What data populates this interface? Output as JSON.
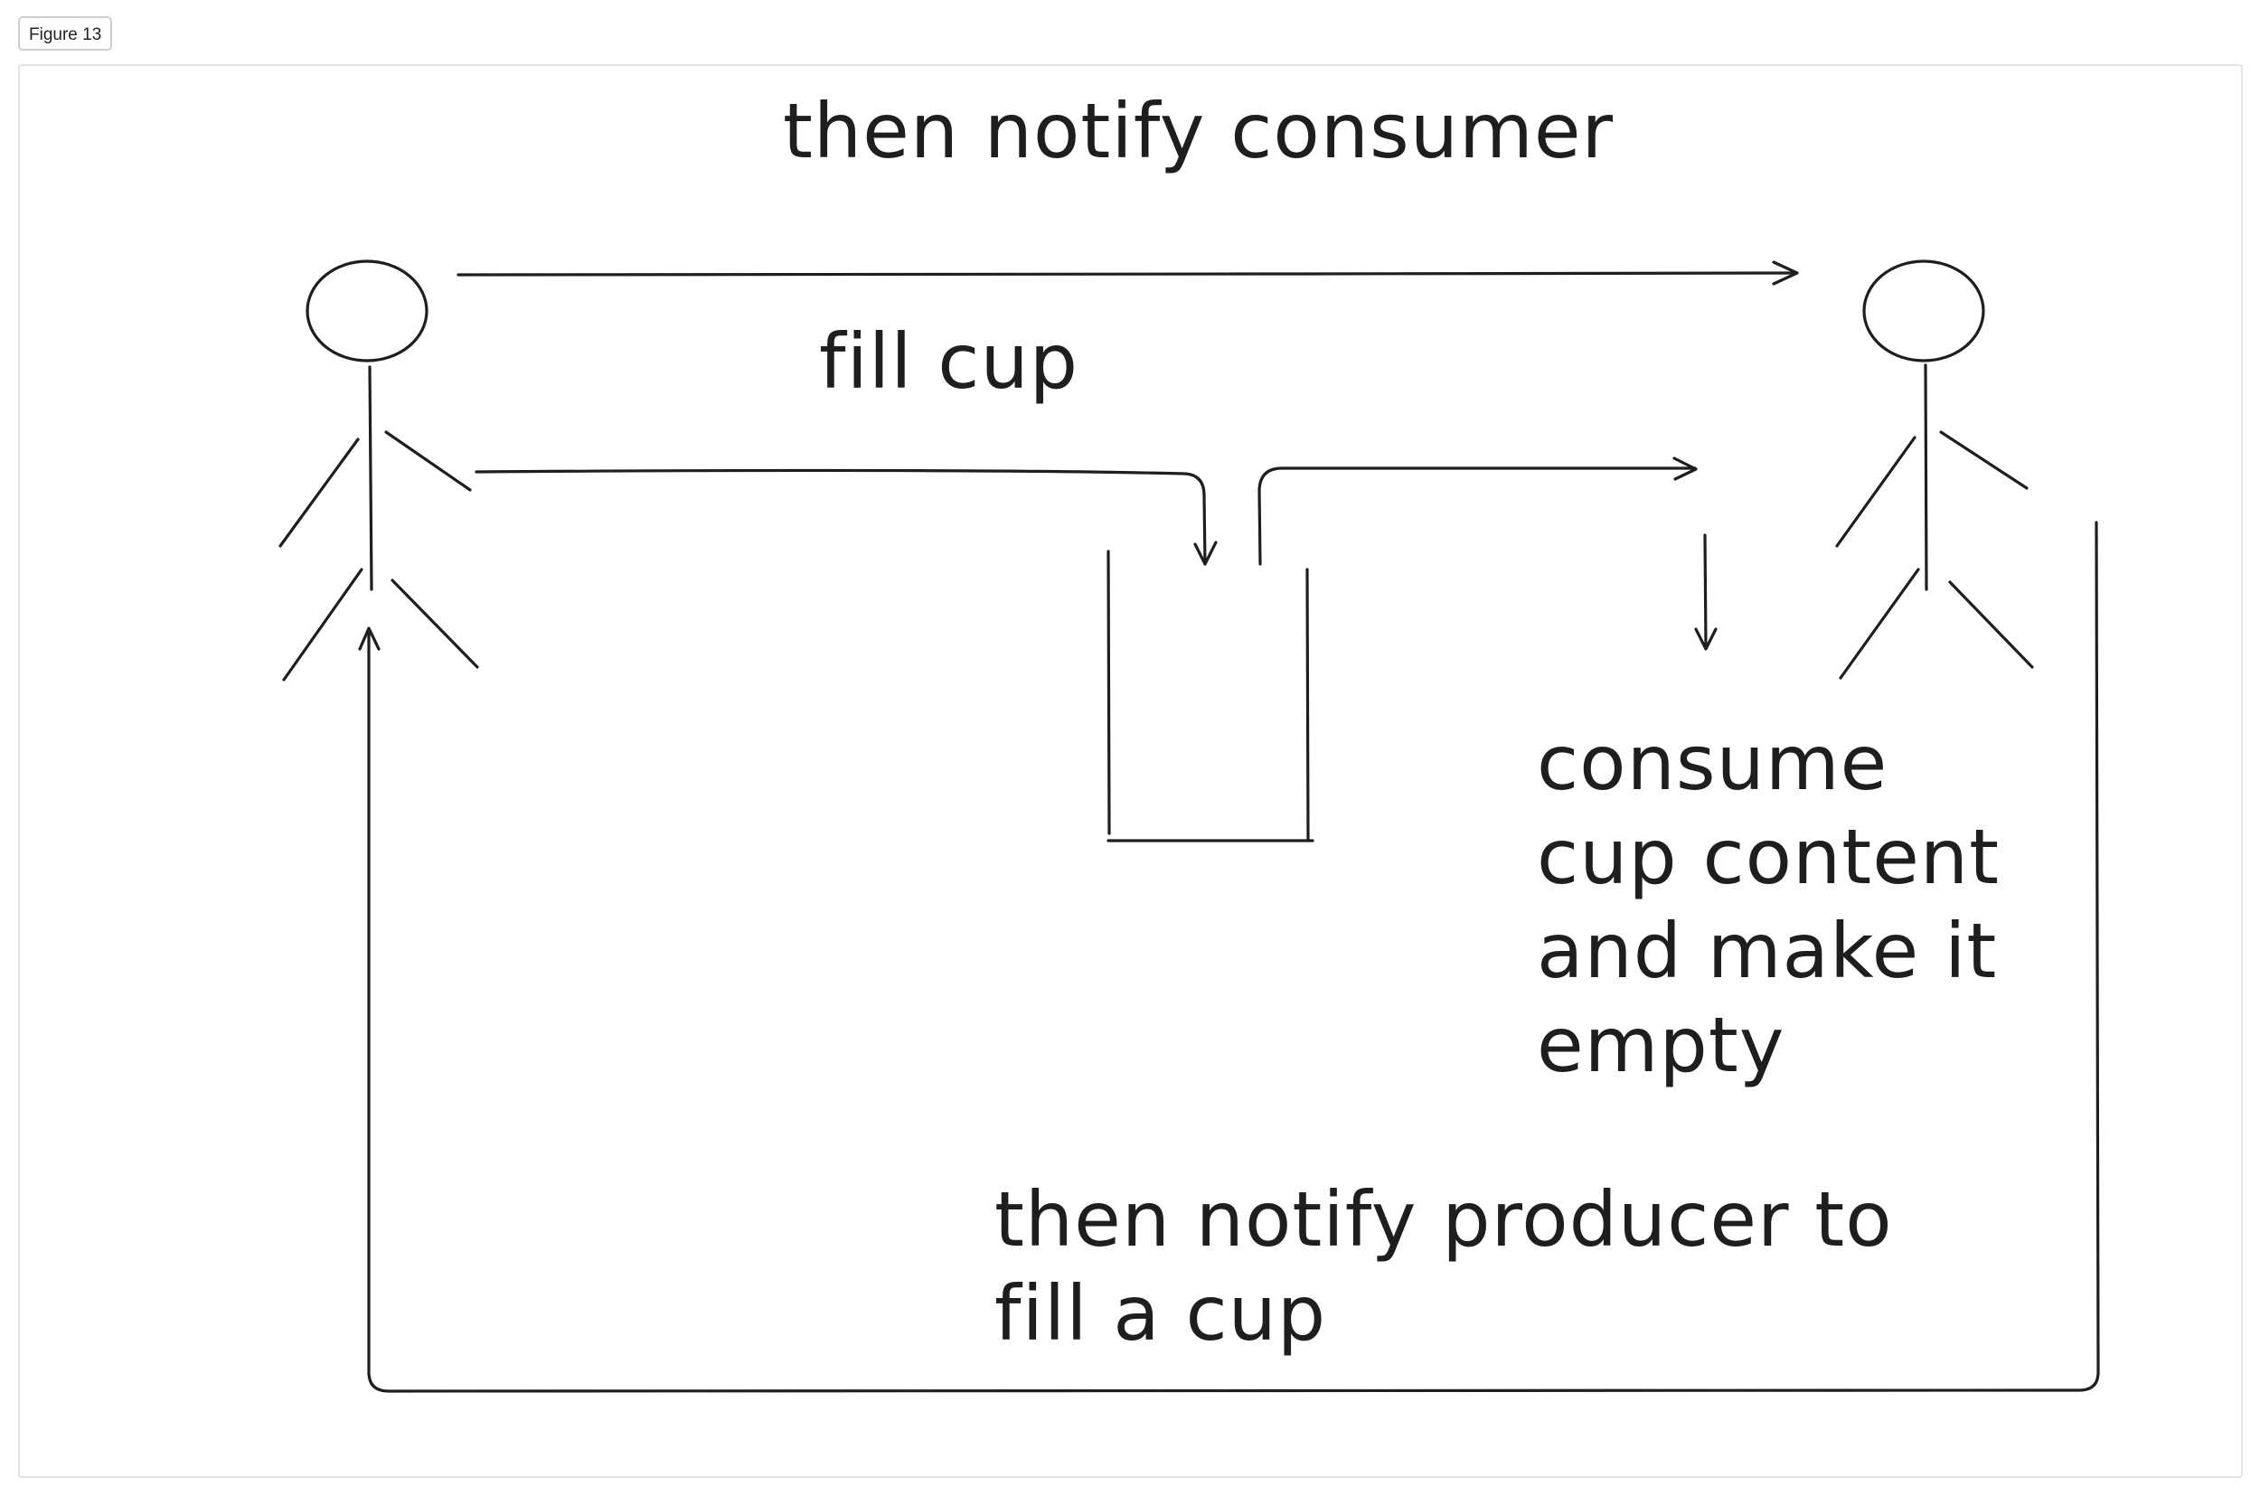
{
  "figure_label": "Figure 13",
  "labels": {
    "notify_consumer": "then notify consumer",
    "fill_cup": "fill cup",
    "consume": "consume\ncup content\nand make it\nempty",
    "notify_producer": "then notify producer to\nfill a cup"
  }
}
